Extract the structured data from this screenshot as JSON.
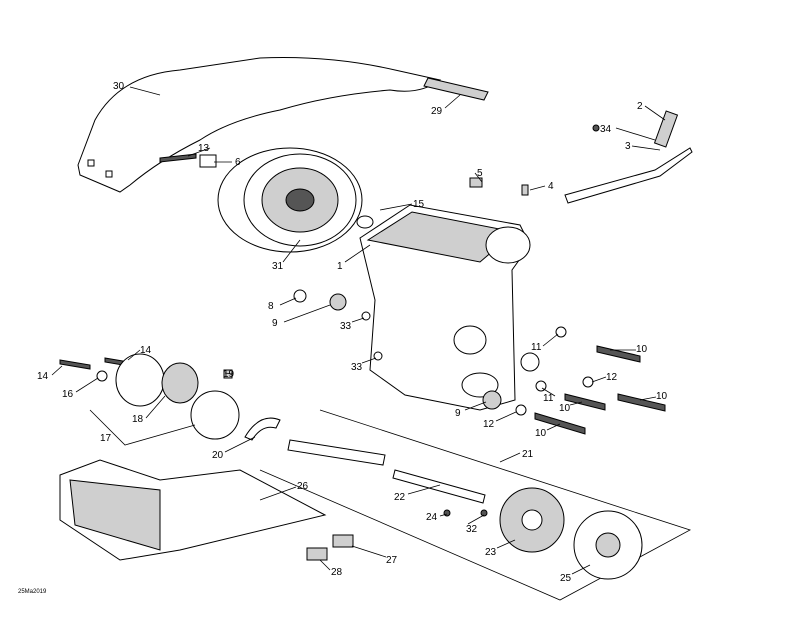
{
  "date_stamp": "25Ma2019",
  "callouts": [
    "30",
    "29",
    "2",
    "34",
    "3",
    "13",
    "6",
    "5",
    "4",
    "15",
    "31",
    "1",
    "8",
    "9",
    "33",
    "14",
    "14",
    "19",
    "16",
    "10",
    "11",
    "33",
    "12",
    "10",
    "11",
    "10",
    "9",
    "12",
    "10",
    "18",
    "17",
    "20",
    "21",
    "26",
    "22",
    "24",
    "32",
    "23",
    "27",
    "28",
    "25"
  ]
}
